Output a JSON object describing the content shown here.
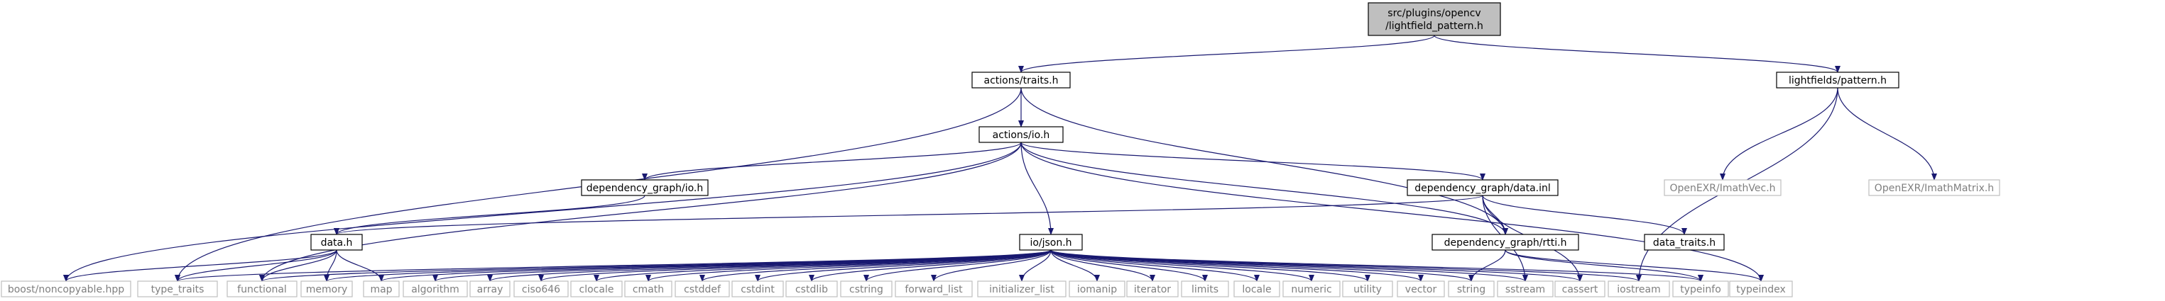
{
  "diagram": {
    "colors": {
      "edge": "#191970",
      "root_fill": "#bfbfbf",
      "box_fill": "#ffffff",
      "box_stroke": "#000000",
      "external_stroke": "#bfbfbf",
      "external_text": "#7f7f7f",
      "text": "#000000"
    },
    "nodes": [
      {
        "id": "root",
        "kind": "root",
        "lines": [
          "src/plugins/opencv",
          "/lightfield_pattern.h"
        ]
      },
      {
        "id": "actions-traits",
        "kind": "box",
        "lines": [
          "actions/traits.h"
        ]
      },
      {
        "id": "lightfields-pattern",
        "kind": "box",
        "lines": [
          "lightfields/pattern.h"
        ]
      },
      {
        "id": "actions-io",
        "kind": "box",
        "lines": [
          "actions/io.h"
        ]
      },
      {
        "id": "dependency-graph-io",
        "kind": "box",
        "lines": [
          "dependency_graph/io.h"
        ]
      },
      {
        "id": "dependency-graph-data-inl",
        "kind": "box",
        "lines": [
          "dependency_graph/data.inl"
        ]
      },
      {
        "id": "openexr-imathvec",
        "kind": "external",
        "lines": [
          "OpenEXR/ImathVec.h"
        ]
      },
      {
        "id": "openexr-imathmatrix",
        "kind": "external",
        "lines": [
          "OpenEXR/ImathMatrix.h"
        ]
      },
      {
        "id": "data-h",
        "kind": "box",
        "lines": [
          "data.h"
        ]
      },
      {
        "id": "io-json",
        "kind": "box",
        "lines": [
          "io/json.h"
        ]
      },
      {
        "id": "dependency-graph-rtti",
        "kind": "box",
        "lines": [
          "dependency_graph/rtti.h"
        ]
      },
      {
        "id": "data-traits",
        "kind": "box",
        "lines": [
          "data_traits.h"
        ]
      },
      {
        "id": "boost-noncopyable",
        "kind": "external",
        "lines": [
          "boost/noncopyable.hpp"
        ]
      },
      {
        "id": "type-traits",
        "kind": "external",
        "lines": [
          "type_traits"
        ]
      },
      {
        "id": "functional",
        "kind": "external",
        "lines": [
          "functional"
        ]
      },
      {
        "id": "memory",
        "kind": "external",
        "lines": [
          "memory"
        ]
      },
      {
        "id": "map",
        "kind": "external",
        "lines": [
          "map"
        ]
      },
      {
        "id": "algorithm",
        "kind": "external",
        "lines": [
          "algorithm"
        ]
      },
      {
        "id": "array",
        "kind": "external",
        "lines": [
          "array"
        ]
      },
      {
        "id": "ciso646",
        "kind": "external",
        "lines": [
          "ciso646"
        ]
      },
      {
        "id": "clocale",
        "kind": "external",
        "lines": [
          "clocale"
        ]
      },
      {
        "id": "cmath",
        "kind": "external",
        "lines": [
          "cmath"
        ]
      },
      {
        "id": "cstddef",
        "kind": "external",
        "lines": [
          "cstddef"
        ]
      },
      {
        "id": "cstdint",
        "kind": "external",
        "lines": [
          "cstdint"
        ]
      },
      {
        "id": "cstdlib",
        "kind": "external",
        "lines": [
          "cstdlib"
        ]
      },
      {
        "id": "cstring",
        "kind": "external",
        "lines": [
          "cstring"
        ]
      },
      {
        "id": "forward-list",
        "kind": "external",
        "lines": [
          "forward_list"
        ]
      },
      {
        "id": "initializer-list",
        "kind": "external",
        "lines": [
          "initializer_list"
        ]
      },
      {
        "id": "iomanip",
        "kind": "external",
        "lines": [
          "iomanip"
        ]
      },
      {
        "id": "iterator",
        "kind": "external",
        "lines": [
          "iterator"
        ]
      },
      {
        "id": "limits",
        "kind": "external",
        "lines": [
          "limits"
        ]
      },
      {
        "id": "locale",
        "kind": "external",
        "lines": [
          "locale"
        ]
      },
      {
        "id": "numeric",
        "kind": "external",
        "lines": [
          "numeric"
        ]
      },
      {
        "id": "utility",
        "kind": "external",
        "lines": [
          "utility"
        ]
      },
      {
        "id": "vector",
        "kind": "external",
        "lines": [
          "vector"
        ]
      },
      {
        "id": "string",
        "kind": "external",
        "lines": [
          "string"
        ]
      },
      {
        "id": "sstream",
        "kind": "external",
        "lines": [
          "sstream"
        ]
      },
      {
        "id": "cassert",
        "kind": "external",
        "lines": [
          "cassert"
        ]
      },
      {
        "id": "iostream",
        "kind": "external",
        "lines": [
          "iostream"
        ]
      },
      {
        "id": "typeinfo",
        "kind": "external",
        "lines": [
          "typeinfo"
        ]
      },
      {
        "id": "typeindex",
        "kind": "external",
        "lines": [
          "typeindex"
        ]
      }
    ],
    "edges": [
      {
        "from": "root",
        "to": "actions-traits"
      },
      {
        "from": "root",
        "to": "lightfields-pattern"
      },
      {
        "from": "actions-traits",
        "to": "actions-io"
      },
      {
        "from": "actions-traits",
        "to": "type-traits"
      },
      {
        "from": "actions-traits",
        "to": "dependency-graph-rtti"
      },
      {
        "from": "lightfields-pattern",
        "to": "openexr-imathvec"
      },
      {
        "from": "lightfields-pattern",
        "to": "openexr-imathmatrix"
      },
      {
        "from": "lightfields-pattern",
        "to": "iostream"
      },
      {
        "from": "actions-io",
        "to": "dependency-graph-io"
      },
      {
        "from": "actions-io",
        "to": "dependency-graph-data-inl"
      },
      {
        "from": "actions-io",
        "to": "io-json"
      },
      {
        "from": "actions-io",
        "to": "boost-noncopyable"
      },
      {
        "from": "actions-io",
        "to": "functional"
      },
      {
        "from": "actions-io",
        "to": "dependency-graph-rtti"
      },
      {
        "from": "actions-io",
        "to": "typeindex"
      },
      {
        "from": "dependency-graph-io",
        "to": "data-h"
      },
      {
        "from": "dependency-graph-data-inl",
        "to": "data-h"
      },
      {
        "from": "dependency-graph-data-inl",
        "to": "dependency-graph-rtti"
      },
      {
        "from": "dependency-graph-data-inl",
        "to": "data-traits"
      },
      {
        "from": "dependency-graph-data-inl",
        "to": "sstream"
      },
      {
        "from": "dependency-graph-data-inl",
        "to": "cassert"
      },
      {
        "from": "data-h",
        "to": "boost-noncopyable"
      },
      {
        "from": "data-h",
        "to": "type-traits"
      },
      {
        "from": "data-h",
        "to": "functional"
      },
      {
        "from": "data-h",
        "to": "memory"
      },
      {
        "from": "data-h",
        "to": "map"
      },
      {
        "from": "io-json",
        "to": "type-traits"
      },
      {
        "from": "io-json",
        "to": "functional"
      },
      {
        "from": "io-json",
        "to": "memory"
      },
      {
        "from": "io-json",
        "to": "map"
      },
      {
        "from": "io-json",
        "to": "algorithm"
      },
      {
        "from": "io-json",
        "to": "array"
      },
      {
        "from": "io-json",
        "to": "ciso646"
      },
      {
        "from": "io-json",
        "to": "clocale"
      },
      {
        "from": "io-json",
        "to": "cmath"
      },
      {
        "from": "io-json",
        "to": "cstddef"
      },
      {
        "from": "io-json",
        "to": "cstdint"
      },
      {
        "from": "io-json",
        "to": "cstdlib"
      },
      {
        "from": "io-json",
        "to": "cstring"
      },
      {
        "from": "io-json",
        "to": "forward-list"
      },
      {
        "from": "io-json",
        "to": "initializer-list"
      },
      {
        "from": "io-json",
        "to": "iomanip"
      },
      {
        "from": "io-json",
        "to": "iterator"
      },
      {
        "from": "io-json",
        "to": "limits"
      },
      {
        "from": "io-json",
        "to": "locale"
      },
      {
        "from": "io-json",
        "to": "numeric"
      },
      {
        "from": "io-json",
        "to": "utility"
      },
      {
        "from": "io-json",
        "to": "vector"
      },
      {
        "from": "io-json",
        "to": "string"
      },
      {
        "from": "io-json",
        "to": "sstream"
      },
      {
        "from": "io-json",
        "to": "cassert"
      },
      {
        "from": "io-json",
        "to": "iostream"
      },
      {
        "from": "io-json",
        "to": "typeinfo"
      },
      {
        "from": "dependency-graph-rtti",
        "to": "string"
      },
      {
        "from": "dependency-graph-rtti",
        "to": "typeinfo"
      },
      {
        "from": "dependency-graph-rtti",
        "to": "typeindex"
      }
    ]
  }
}
